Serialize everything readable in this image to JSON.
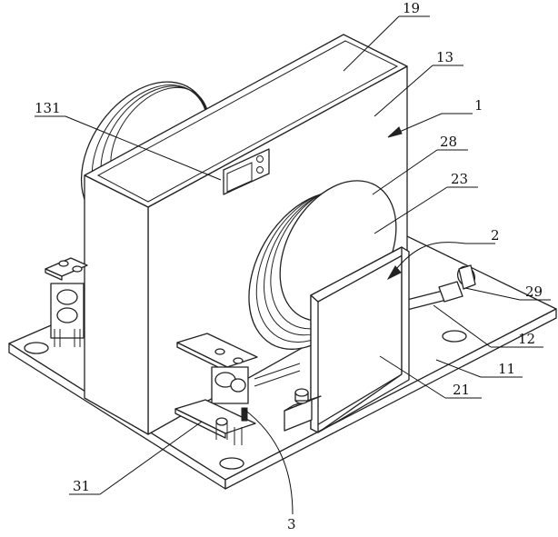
{
  "diagram": {
    "labels": {
      "l19": "19",
      "l13": "13",
      "l131": "131",
      "l1": "1",
      "l28": "28",
      "l23": "23",
      "l2": "2",
      "l29": "29",
      "l12": "12",
      "l11": "11",
      "l21": "21",
      "l31": "31",
      "l3": "3"
    },
    "colors": {
      "line": "#222222",
      "background": "#ffffff"
    }
  }
}
